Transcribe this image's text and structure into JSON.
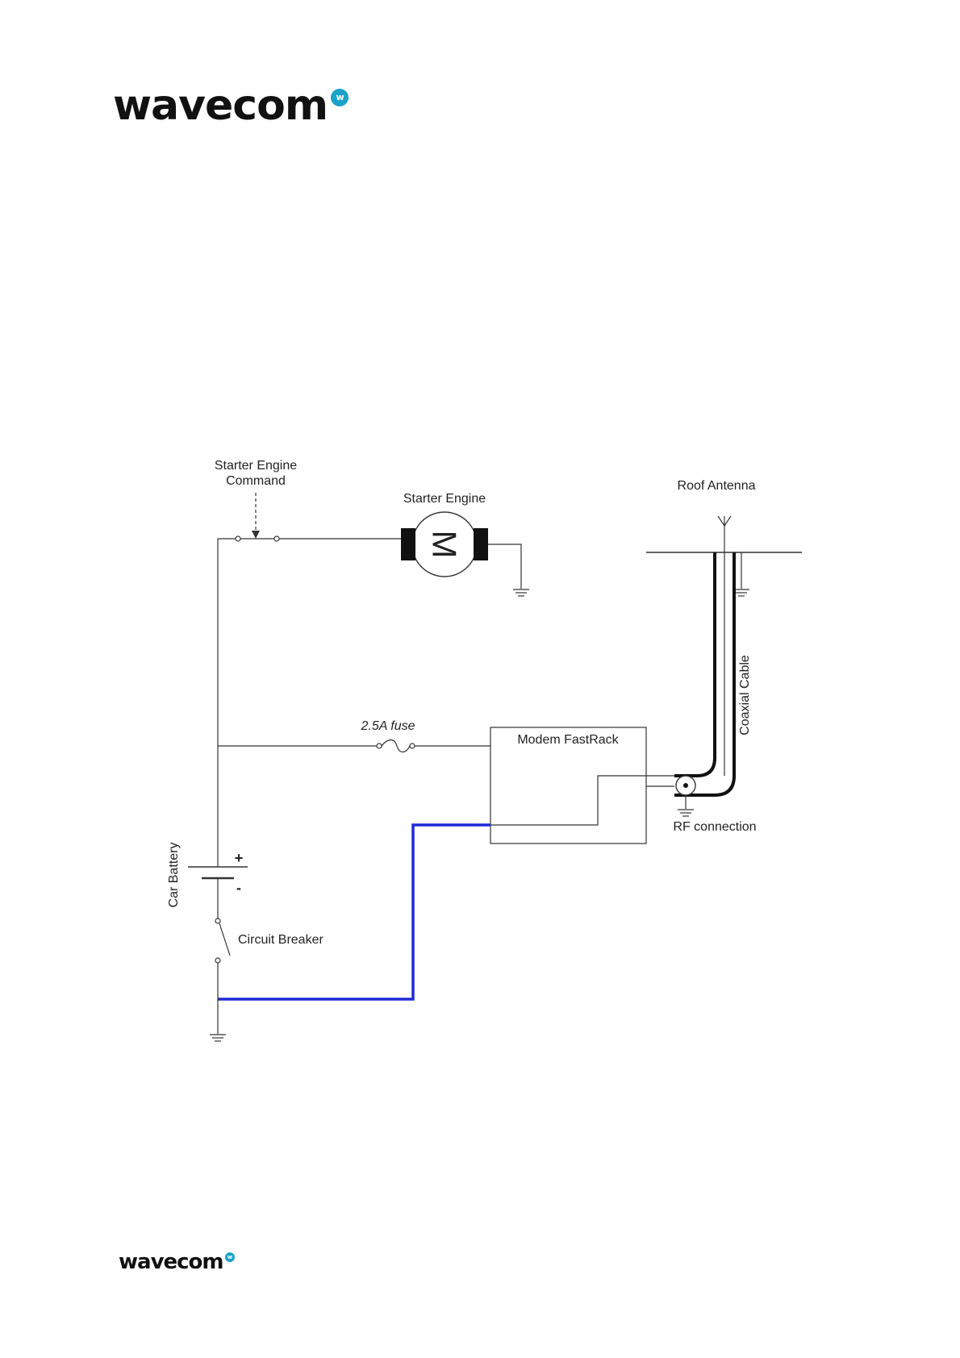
{
  "brand": {
    "logo_text": "wavecom",
    "logo_mark": "w"
  },
  "labels": {
    "starter_engine_command": [
      "Starter Engine",
      "Command"
    ],
    "starter_engine": "Starter Engine",
    "motor_symbol": "M",
    "roof_antenna": "Roof Antenna",
    "coaxial_cable": "Coaxial Cable",
    "fuse": "2.5A fuse",
    "modem": "Modem FastRack",
    "rf_connection": "RF connection",
    "car_battery": "Car Battery",
    "battery_plus": "+",
    "battery_minus": "-",
    "circuit_breaker": "Circuit Breaker"
  },
  "colors": {
    "wire": "#333333",
    "ground_return": "#1f2bd6",
    "logo_mark": "#1aa3c8"
  }
}
